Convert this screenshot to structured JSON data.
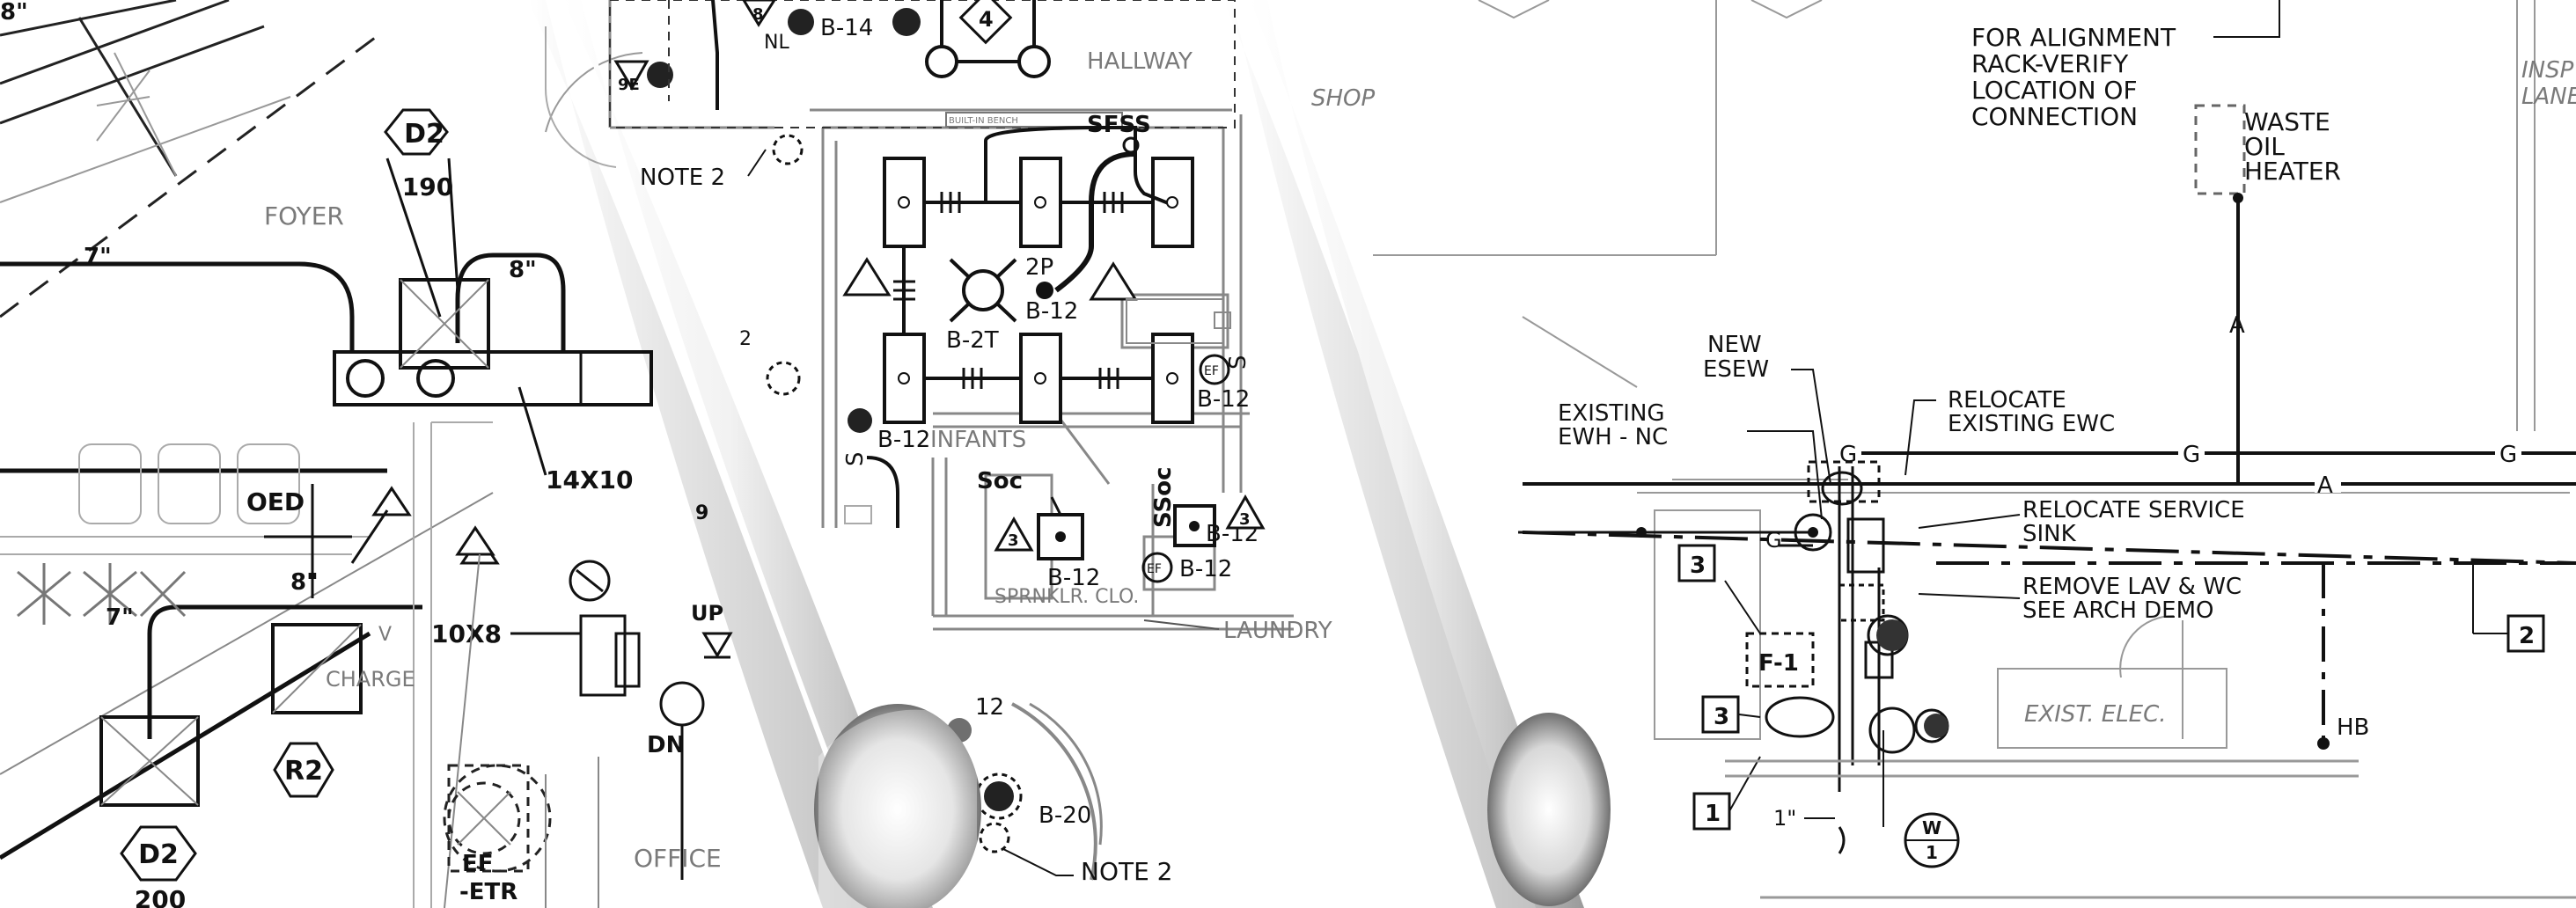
{
  "panel1": {
    "labels": {
      "foyer": "FOYER",
      "oed": "OED",
      "charge": "CHARGE",
      "office": "OFFICE",
      "up": "UP",
      "dn": "DN",
      "duct_14x10": "14X10",
      "duct_10x8": "10X8",
      "dim_7a": "7\"",
      "dim_8a": "8\"",
      "dim_8b": "8\"",
      "dim_7b": "7\"",
      "dim_8c": "8\"",
      "ef_etr": "EF\n-ETR",
      "ef": "EF",
      "etr": "-ETR",
      "note_9": "9",
      "note_9e": "9E",
      "v": "V"
    },
    "tags": {
      "d2_top": "D2",
      "d2_top_cfm": "190",
      "d2_bottom": "D2",
      "d2_bottom_cfm": "200",
      "r2": "R2"
    }
  },
  "panel2": {
    "labels": {
      "hallway": "HALLWAY",
      "note2_top": "NOTE 2",
      "note2_bottom": "NOTE 2",
      "infants": "INFANTS",
      "laundry": "LAUNDRY",
      "sprklr_clo": "SPRNKLR. CLO.",
      "builtin_bench": "BUILT-IN BENCH",
      "nl": "NL",
      "b14": "B-14",
      "b12_a": "B-12",
      "b12_b": "B-12",
      "b12_c": "B-12",
      "b12_d": "B-12",
      "b12_e": "B-12",
      "b12_f": "B-12",
      "b2t": "B-2T",
      "b20": "B-20",
      "b12_short": "12",
      "two_p": "2P",
      "sfss": "SFSS",
      "ssoc": "SSoc",
      "soc": "Soc",
      "s_a": "S",
      "s_b": "S",
      "ef_a": "EF",
      "ef_b": "EF",
      "num_2": "2",
      "num_8": "8",
      "num_4": "4",
      "num_3a": "3",
      "num_3b": "3"
    }
  },
  "panel3": {
    "labels": {
      "shop": "SHOP",
      "alignment": "FOR ALIGNMENT\nRACK-VERIFY\nLOCATION OF\nCONNECTION",
      "alignment_1": "FOR ALIGNMENT",
      "alignment_2": "RACK-VERIFY",
      "alignment_3": "LOCATION OF",
      "alignment_4": "CONNECTION",
      "waste_1": "WASTE",
      "waste_2": "OIL",
      "waste_3": "HEATER",
      "insp_1": "INSP",
      "insp_2": "LANE",
      "new_esew_1": "NEW",
      "new_esew_2": "ESEW",
      "existing_ewh_1": "EXISTING",
      "existing_ewh_2": "EWH - NC",
      "relocate_ewc_1": "RELOCATE",
      "relocate_ewc_2": "EXISTING EWC",
      "relocate_sink_1": "RELOCATE SERVICE",
      "relocate_sink_2": "SINK",
      "remove_lav_1": "REMOVE LAV & WC",
      "remove_lav_2": "SEE ARCH DEMO",
      "exist_elec": "EXIST. ELEC.",
      "hb": "HB",
      "f1": "F-1",
      "g1": "G",
      "g2": "G",
      "g3": "G",
      "g4": "G",
      "a1": "A",
      "a2": "A",
      "box_3a": "3",
      "box_3b": "3",
      "box_1": "1",
      "box_2": "2",
      "w1_top": "W",
      "w1_bottom": "1",
      "one_inch": "1\""
    }
  },
  "colors": {
    "ink": "#111111",
    "grey_line": "#8a8a8a",
    "light_line": "#b5b5b5",
    "curl_dark": "#5a5a5a"
  }
}
